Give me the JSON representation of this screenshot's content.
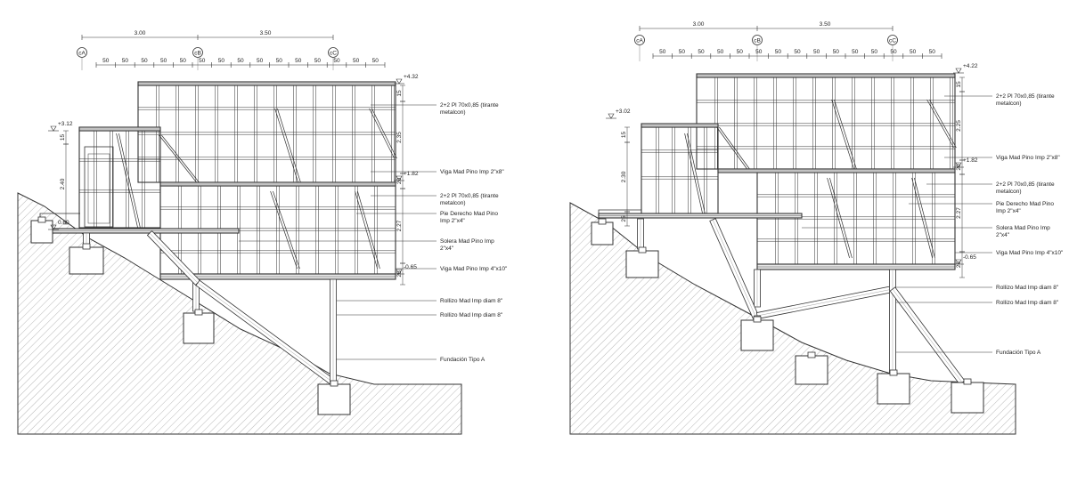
{
  "drawings": [
    {
      "grid_axes": [
        "cA",
        "cB",
        "cC"
      ],
      "span_dims": [
        "3.00",
        "3.50"
      ],
      "module": "50",
      "levels": [
        {
          "key": "top",
          "text": "+4.32"
        },
        {
          "key": "left",
          "text": "+3.12"
        },
        {
          "key": "mid",
          "text": "+1.82"
        },
        {
          "key": "low",
          "text": "-0.65"
        },
        {
          "key": "deck",
          "text": "0.60"
        }
      ],
      "vdims": [
        {
          "key": "r1",
          "text": "15"
        },
        {
          "key": "r2",
          "text": "2.35"
        },
        {
          "key": "r3",
          "text": "20"
        },
        {
          "key": "r4",
          "text": "2.27"
        },
        {
          "key": "r5",
          "text": "25"
        },
        {
          "key": "l1",
          "text": "15"
        },
        {
          "key": "l2",
          "text": "2.40"
        }
      ],
      "annotations": [
        {
          "key": "a1",
          "lines": [
            "2+2 Pl 70x0,85 (tirante",
            "metalcon)"
          ]
        },
        {
          "key": "a2",
          "lines": [
            "Viga Mad Pino Imp 2\"x8\""
          ]
        },
        {
          "key": "a3",
          "lines": [
            "2+2 Pl 70x0,85 (tirante",
            "metalcon)"
          ]
        },
        {
          "key": "a4",
          "lines": [
            "Pie Derecho Mad Pino",
            "Imp 2\"x4\""
          ]
        },
        {
          "key": "a5",
          "lines": [
            "Solera Mad Pino Imp",
            "2\"x4\""
          ]
        },
        {
          "key": "a6",
          "lines": [
            "Viga Mad Pino Imp 4\"x10\""
          ]
        },
        {
          "key": "a7",
          "lines": [
            "Rollizo Mad Imp diam 8\""
          ]
        },
        {
          "key": "a8",
          "lines": [
            "Rollizo Mad Imp diam 8\""
          ]
        },
        {
          "key": "a9",
          "lines": [
            "Fundación Tipo A"
          ]
        }
      ]
    },
    {
      "grid_axes": [
        "cA",
        "cB",
        "cC"
      ],
      "span_dims": [
        "3.00",
        "3.50"
      ],
      "module": "50",
      "levels": [
        {
          "key": "top",
          "text": "+4.22"
        },
        {
          "key": "left",
          "text": "+3.02"
        },
        {
          "key": "mid",
          "text": "+1.82"
        },
        {
          "key": "low",
          "text": "-0.65"
        }
      ],
      "vdims": [
        {
          "key": "r1",
          "text": "15"
        },
        {
          "key": "r2",
          "text": "2.25"
        },
        {
          "key": "r3",
          "text": "20"
        },
        {
          "key": "r4",
          "text": "2.27"
        },
        {
          "key": "r5",
          "text": "25"
        },
        {
          "key": "l1",
          "text": "15"
        },
        {
          "key": "l2",
          "text": "2.30"
        },
        {
          "key": "l3",
          "text": "25"
        }
      ],
      "annotations": [
        {
          "key": "a1",
          "lines": [
            "2+2 Pl 70x0,85 (tirante",
            "metalcon)"
          ]
        },
        {
          "key": "a2",
          "lines": [
            "Viga Mad Pino Imp 2\"x8\""
          ]
        },
        {
          "key": "a3",
          "lines": [
            "2+2 Pl 70x0,85 (tirante",
            "metalcon)"
          ]
        },
        {
          "key": "a4",
          "lines": [
            "Pie Derecho Mad Pino",
            "Imp 2\"x4\""
          ]
        },
        {
          "key": "a5",
          "lines": [
            "Solera Mad Pino Imp",
            "2\"x4\""
          ]
        },
        {
          "key": "a6",
          "lines": [
            "Viga Mad Pino Imp 4\"x10\""
          ]
        },
        {
          "key": "a7",
          "lines": [
            "Rollizo Mad Imp diam 8\""
          ]
        },
        {
          "key": "a8",
          "lines": [
            "Rollizo Mad Imp diam 8\""
          ]
        },
        {
          "key": "a9",
          "lines": [
            "Fundación Tipo A"
          ]
        }
      ]
    }
  ]
}
